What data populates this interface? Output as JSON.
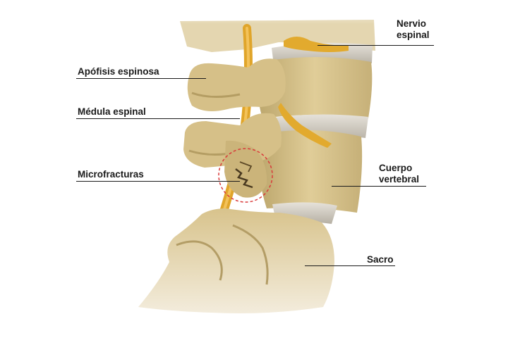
{
  "labels": {
    "spinal_nerve": "Nervio\nespinal",
    "spinal_nerve_l1": "Nervio",
    "spinal_nerve_l2": "espinal",
    "spinous_process": "Apófisis espinosa",
    "spinal_cord": "Médula espinal",
    "microfractures": "Microfracturas",
    "vertebral_body_l1": "Cuerpo",
    "vertebral_body_l2": "vertebral",
    "sacrum": "Sacro"
  },
  "colors": {
    "bone": "#d9c48e",
    "bone_shadow": "#b9a36a",
    "bone_dark": "#8f7b48",
    "disc": "#cfcac0",
    "nerve": "#e2aa2e",
    "highlight_circle": "#d93a3a"
  }
}
